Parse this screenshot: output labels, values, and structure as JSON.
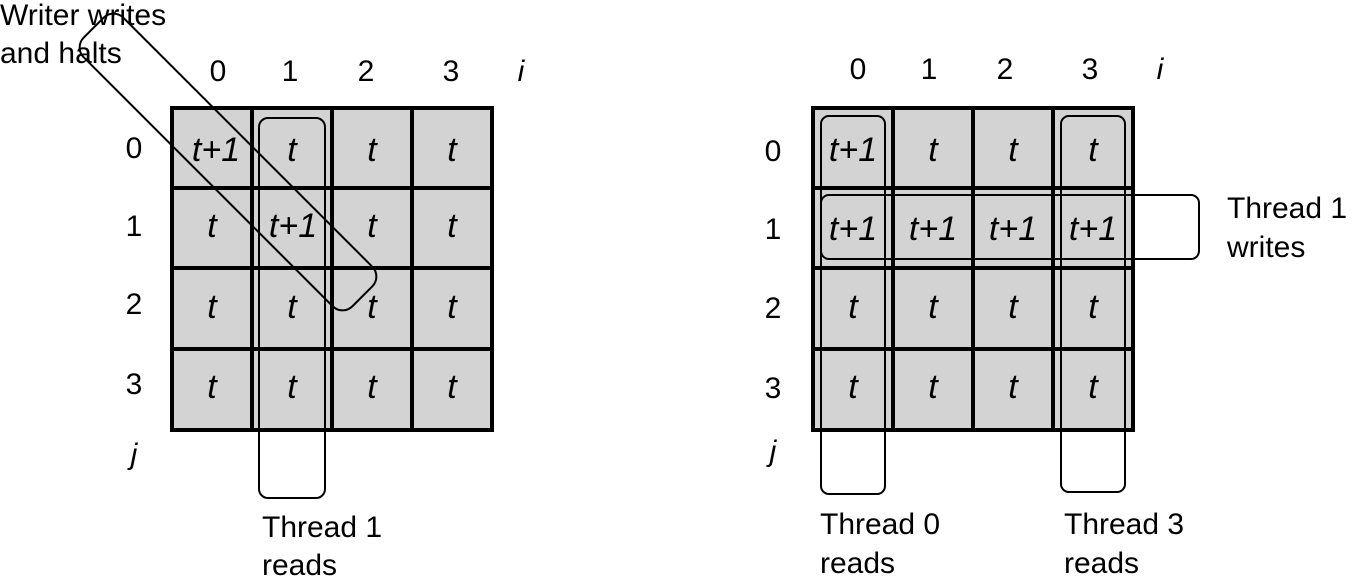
{
  "left": {
    "col_labels": [
      "0",
      "1",
      "2",
      "3"
    ],
    "col_axis": "i",
    "row_labels": [
      "0",
      "1",
      "2",
      "3"
    ],
    "row_axis": "j",
    "cells": [
      [
        "t+1",
        "t",
        "t",
        "t"
      ],
      [
        "t",
        "t+1",
        "t",
        "t"
      ],
      [
        "t",
        "t",
        "t",
        "t"
      ],
      [
        "t",
        "t",
        "t",
        "t"
      ]
    ],
    "writer_note_line1": "Writer writes",
    "writer_note_line2": "and halts",
    "reads_line1": "Thread 1",
    "reads_line2": "reads"
  },
  "right": {
    "col_labels": [
      "0",
      "1",
      "2",
      "3"
    ],
    "col_axis": "i",
    "row_labels": [
      "0",
      "1",
      "2",
      "3"
    ],
    "row_axis": "j",
    "cells": [
      [
        "t+1",
        "t",
        "t",
        "t"
      ],
      [
        "t+1",
        "t+1",
        "t+1",
        "t+1"
      ],
      [
        "t",
        "t",
        "t",
        "t"
      ],
      [
        "t",
        "t",
        "t",
        "t"
      ]
    ],
    "writes_line1": "Thread 1",
    "writes_line2": "writes",
    "reads0_line1": "Thread 0",
    "reads0_line2": "reads",
    "reads3_line1": "Thread 3",
    "reads3_line2": "reads"
  },
  "colors": {
    "cell_fill": "#d3d3d3",
    "grid_stroke": "#000000"
  }
}
